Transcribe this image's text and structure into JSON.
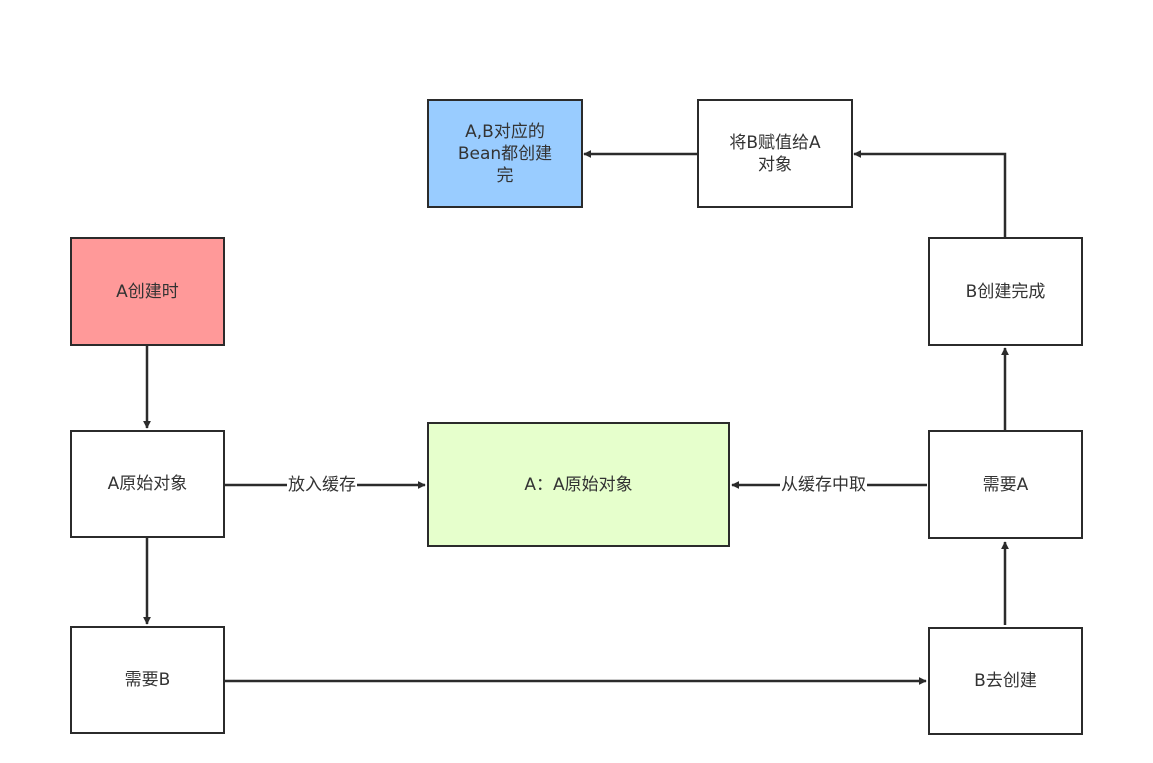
{
  "nodes": {
    "a_create": "A创建时",
    "a_raw": "A原始对象",
    "need_b": "需要B",
    "cache": "A：A原始对象",
    "b_create": "B去创建",
    "need_a": "需要A",
    "b_done": "B创建完成",
    "assign": "将B赋值给A\n对象",
    "all_done": "A,B对应的\nBean都创建\n完"
  },
  "edges": {
    "put_cache": "放入缓存",
    "get_cache": "从缓存中取"
  },
  "colors": {
    "a_create_fill": "#ff9999",
    "all_done_fill": "#99ccff",
    "cache_fill": "#e6ffcc",
    "stroke": "#2b2b2b"
  }
}
